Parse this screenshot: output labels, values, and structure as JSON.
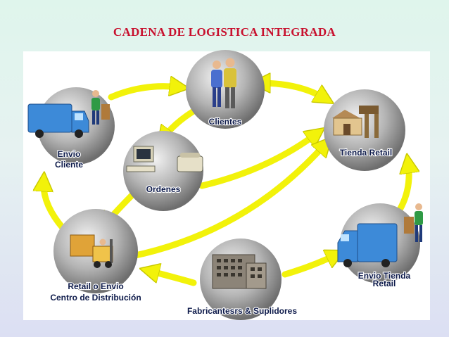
{
  "title": "CADENA DE LOGISTICA INTEGRADA",
  "nodes": {
    "clientes": "Clientes",
    "envio_cliente_1": "Envio",
    "envio_cliente_2": "Cliente",
    "ordenes": "Ordenes",
    "tienda_retail": "Tienda Retail",
    "retail_envio_1": "Retail o Envio",
    "retail_envio_2": "Centro de Distribución",
    "envio_tienda_1": "Envio Tienda",
    "envio_tienda_2": "Retail",
    "fabricantes": "Fabricantesrs & Suplidores"
  },
  "colors": {
    "title": "#c8102e",
    "arrow": "#f2f20a",
    "circle": "#9c9c9c",
    "label": "#0d1a4a"
  }
}
